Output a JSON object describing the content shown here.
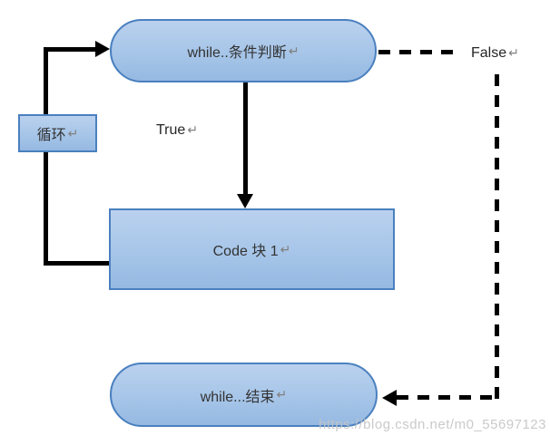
{
  "flowchart": {
    "condition_node": {
      "label": "while..条件判断",
      "mark": "↵"
    },
    "loop_tag": {
      "label": "循环",
      "mark": "↵"
    },
    "code_node": {
      "label": "Code 块 1",
      "mark": "↵"
    },
    "end_node": {
      "label": "while...结束",
      "mark": "↵"
    },
    "true_label": {
      "label": "True",
      "mark": "↵"
    },
    "false_label": {
      "label": "False",
      "mark": "↵"
    },
    "edges": [
      {
        "from": "while..条件判断",
        "to": "Code 块 1",
        "label": "True",
        "style": "solid"
      },
      {
        "from": "Code 块 1",
        "to": "while..条件判断",
        "label": "循环",
        "style": "solid"
      },
      {
        "from": "while..条件判断",
        "to": "while...结束",
        "label": "False",
        "style": "dashed"
      }
    ],
    "colors": {
      "node_fill_top": "#bad1ee",
      "node_fill_bottom": "#96b9e2",
      "node_border": "#4a80bf",
      "connector": "#000000",
      "text": "#333333",
      "return_mark": "#7f7f7f",
      "watermark": "#c4c4c4"
    },
    "watermark": "https://blog.csdn.net/m0_55697123"
  }
}
